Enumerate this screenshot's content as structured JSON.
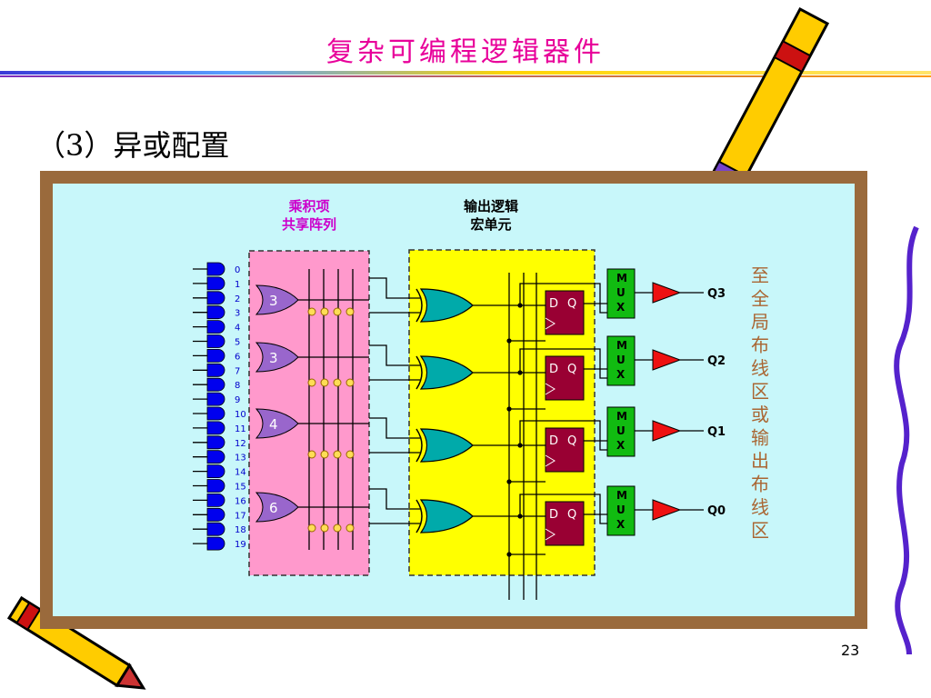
{
  "slide": {
    "title": "复杂可编程逻辑器件",
    "subtitle": "（3）异或配置",
    "page_number": "23"
  },
  "diagram": {
    "left_block": {
      "line1": "乘积项",
      "line2": "共享阵列"
    },
    "right_block": {
      "line1": "输出逻辑",
      "line2": "宏单元"
    },
    "input_labels": [
      "0",
      "1",
      "2",
      "3",
      "4",
      "5",
      "6",
      "7",
      "8",
      "9",
      "10",
      "11",
      "12",
      "13",
      "14",
      "15",
      "16",
      "17",
      "18",
      "19"
    ],
    "or_gate_labels": [
      "3",
      "3",
      "4",
      "6"
    ],
    "flipflop": {
      "d": "D",
      "q": "Q"
    },
    "mux_letters": [
      "M",
      "U",
      "X"
    ],
    "outputs": [
      "Q3",
      "Q2",
      "Q1",
      "Q0"
    ],
    "side_text": [
      "至",
      "全",
      "局",
      "布",
      "线",
      "区",
      "或",
      "输",
      "出",
      "布",
      "线",
      "区"
    ]
  },
  "colors": {
    "title": "#e8009a",
    "panel_bg": "#c8f7fa",
    "frame": "#9a6a3c",
    "pink_block": "#ff99cc",
    "yellow_block": "#ffff00",
    "and_gate": "#0000ee",
    "or_gate": "#9966cc",
    "xor_gate": "#00aaaa",
    "flipflop": "#990033",
    "mux": "#11bb11",
    "buffer": "#ee1111",
    "side_text": "#aa6633",
    "label_color": "#0000cc"
  }
}
